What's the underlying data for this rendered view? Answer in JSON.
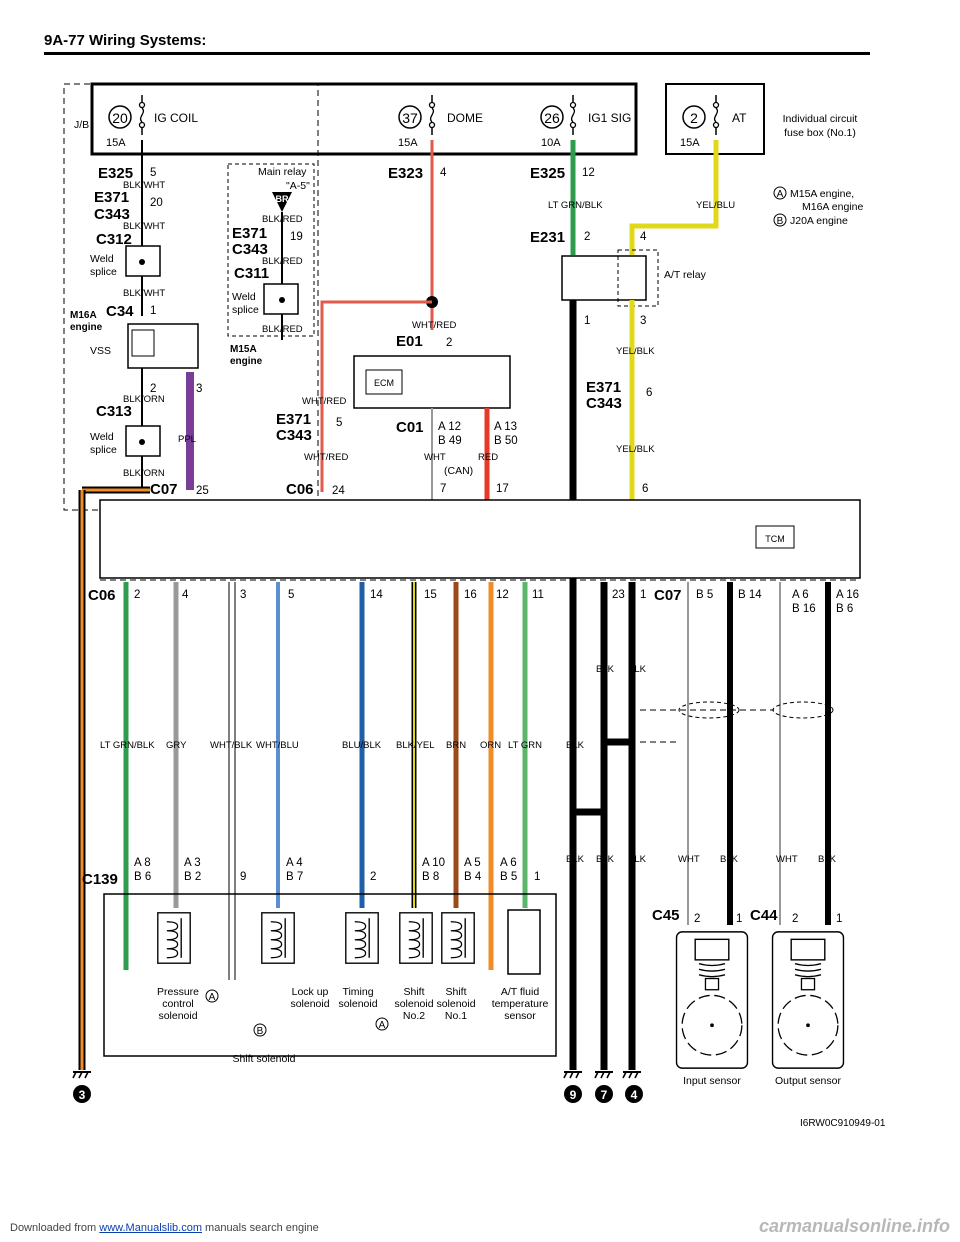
{
  "header": {
    "title": "9A-77   Wiring Systems:"
  },
  "footer": {
    "prefix": "Downloaded from ",
    "link": "www.Manualslib.com",
    "suffix": "  manuals search engine",
    "watermark": "carmanualsonline.info"
  },
  "figure_id": "I6RW0C910949-01",
  "fuse_box": {
    "label": "J/B"
  },
  "fuses": [
    {
      "num": "20",
      "name": "IG COIL",
      "amp": "15A"
    },
    {
      "num": "37",
      "name": "DOME",
      "amp": "15A"
    },
    {
      "num": "26",
      "name": "IG1 SIG",
      "amp": "10A"
    },
    {
      "num": "2",
      "name": "AT",
      "amp": "15A"
    }
  ],
  "individual_box": {
    "line1": "Individual circuit",
    "line2": "fuse box (No.1)"
  },
  "legend": {
    "a_badge": "A",
    "a_text": "M15A engine,",
    "a_text2": "M16A engine",
    "b_badge": "B",
    "b_text": "J20A engine"
  },
  "connectors": {
    "e325": "E325",
    "e371": "E371",
    "c343": "C343",
    "c312": "C312",
    "c311": "C311",
    "c34": "C34",
    "c313": "C313",
    "c07": "C07",
    "c06": "C06",
    "e323": "E323",
    "e231": "E231",
    "e01": "E01",
    "c01": "C01",
    "c139": "C139",
    "c45": "C45",
    "c44": "C44"
  },
  "wires": {
    "blk_wht": "BLK/WHT",
    "blk_red": "BLK/RED",
    "blk_orn": "BLK/ORN",
    "ppl": "PPL",
    "wht_red": "WHT/RED",
    "lt_grn_blk": "LT GRN/BLK",
    "yel_blu": "YEL/BLU",
    "yel_blk": "YEL/BLK",
    "wht": "WHT",
    "red": "RED",
    "blk": "BLK",
    "gry": "GRY",
    "wht_blk": "WHT/BLK",
    "wht_blu": "WHT/BLU",
    "blu_blk": "BLU/BLK",
    "blk_yel": "BLK/YEL",
    "brn": "BRN",
    "orn": "ORN",
    "lt_grn": "LT GRN"
  },
  "labels": {
    "weld_splice": "Weld",
    "weld_splice2": "splice",
    "vss": "VSS",
    "m16a": "M16A",
    "m15a": "M15A",
    "engine": "engine",
    "main_relay": "Main relay",
    "main_relay_code": "\"A-5\"",
    "ecm": "ECM",
    "tcm": "TCM",
    "can": "(CAN)",
    "at_relay": "A/T relay",
    "br": "BR",
    "pressure": "Pressure",
    "control": "control",
    "solenoid": "solenoid",
    "lockup": "Lock up",
    "lockup2": "solenoid",
    "timing": "Timing",
    "timing2": "solenoid",
    "shift": "Shift",
    "no2": "No.2",
    "no1": "No.1",
    "atf1": "A/T fluid",
    "atf2": "temperature",
    "atf3": "sensor",
    "shift_solenoid": "Shift solenoid",
    "input_sensor": "Input sensor",
    "output_sensor": "Output sensor"
  },
  "grounds": [
    "3",
    "9",
    "7",
    "4"
  ],
  "colors": {
    "lt_grn_blk": "#2e9b4f",
    "lt_grn": "#5bb56a",
    "gry": "#999999",
    "blu_blk": "#1f5fa8",
    "brn": "#9b4a1c",
    "orn": "#f28c28",
    "red": "#e53a2a",
    "ppl": "#7a3d97",
    "yellow": "#e0d91a",
    "wht_blu": "#5b8fcf",
    "wht_red": "#e25a4b"
  }
}
